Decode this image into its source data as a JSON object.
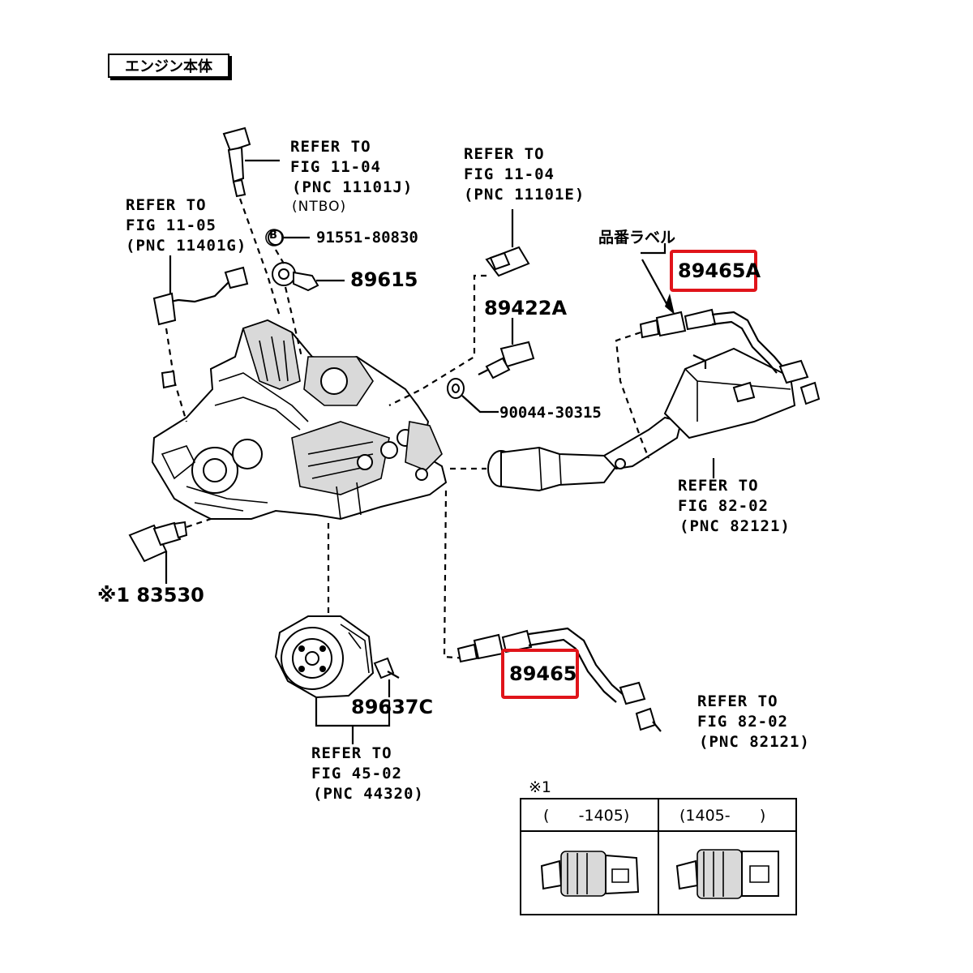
{
  "header": {
    "title": "エンジン本体"
  },
  "labels": {
    "ref_1": [
      "REFER TO",
      "FIG 11-04",
      "(PNC 11101J)",
      "(NTBO)"
    ],
    "ref_2": [
      "REFER TO",
      "FIG 11-04",
      "(PNC 11101E)"
    ],
    "ref_3": [
      "REFER TO",
      "FIG 11-05",
      "(PNC 11401G)"
    ],
    "ref_4": [
      "REFER TO",
      "FIG 82-02",
      "(PNC 82121)"
    ],
    "ref_5": [
      "REFER TO",
      "FIG 82-02",
      "(PNC 82121)"
    ],
    "ref_6": [
      "REFER TO",
      "FIG 45-02",
      "(PNC 44320)"
    ],
    "circle_b": "B",
    "part_91551": "91551-80830",
    "part_89615": "89615",
    "part_89422a": "89422A",
    "part_90044": "90044-30315",
    "part_89465a": "89465A",
    "part_89465": "89465",
    "part_83530": "※1 83530",
    "part_89637c": "89637C",
    "label_tag": "品番ラベル"
  },
  "inset": {
    "note": "※1",
    "col1": "(      -1405)",
    "col2": "(1405-      )"
  },
  "highlight_color": "#e0141a"
}
